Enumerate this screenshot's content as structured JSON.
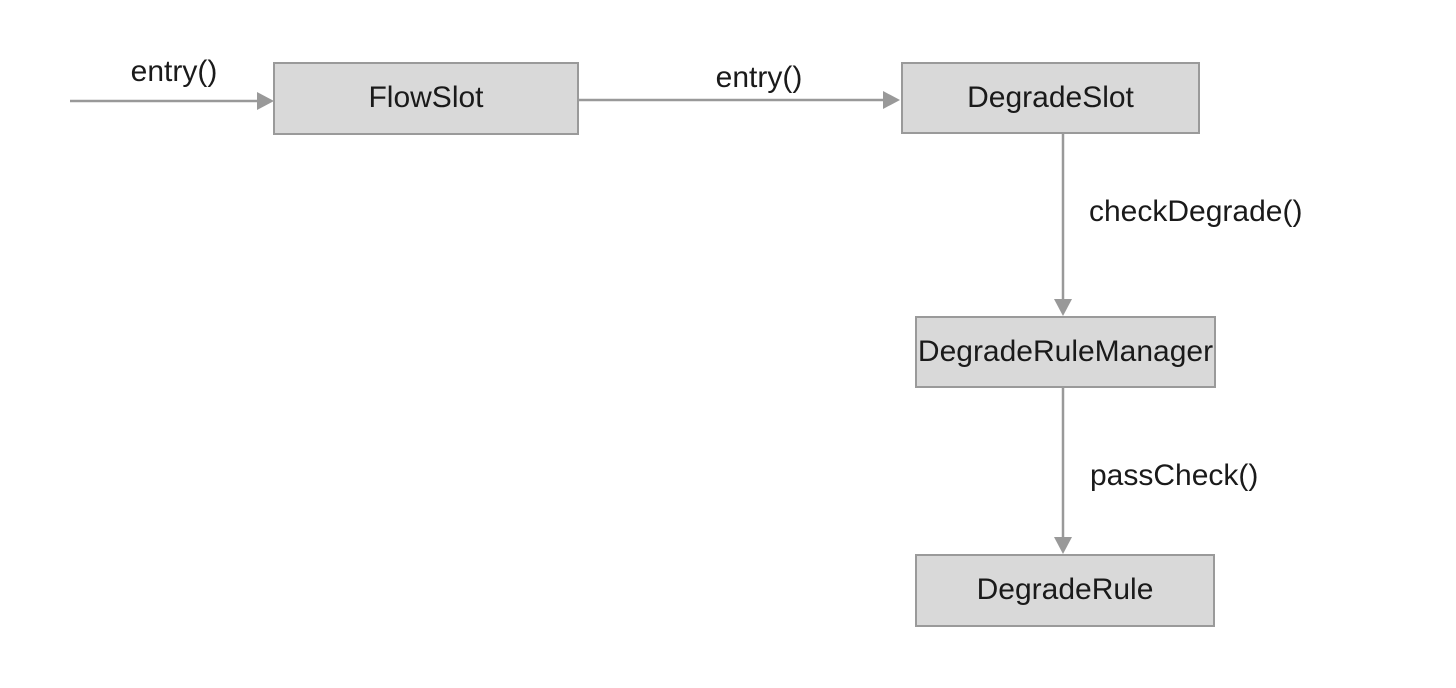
{
  "diagram": {
    "colors": {
      "background": "#ffffff",
      "node_fill": "#d9d9d9",
      "node_border": "#9a9a9a",
      "arrow": "#999999",
      "text": "#1a1a1a"
    },
    "nodes": [
      {
        "label": "FlowSlot"
      },
      {
        "label": "DegradeSlot"
      },
      {
        "label": "DegradeRuleManager"
      },
      {
        "label": "DegradeRule"
      }
    ],
    "edges": [
      {
        "label": "entry()",
        "to": "FlowSlot"
      },
      {
        "label": "entry()",
        "from": "FlowSlot",
        "to": "DegradeSlot"
      },
      {
        "label": "checkDegrade()",
        "from": "DegradeSlot",
        "to": "DegradeRuleManager"
      },
      {
        "label": "passCheck()",
        "from": "DegradeRuleManager",
        "to": "DegradeRule"
      }
    ]
  }
}
